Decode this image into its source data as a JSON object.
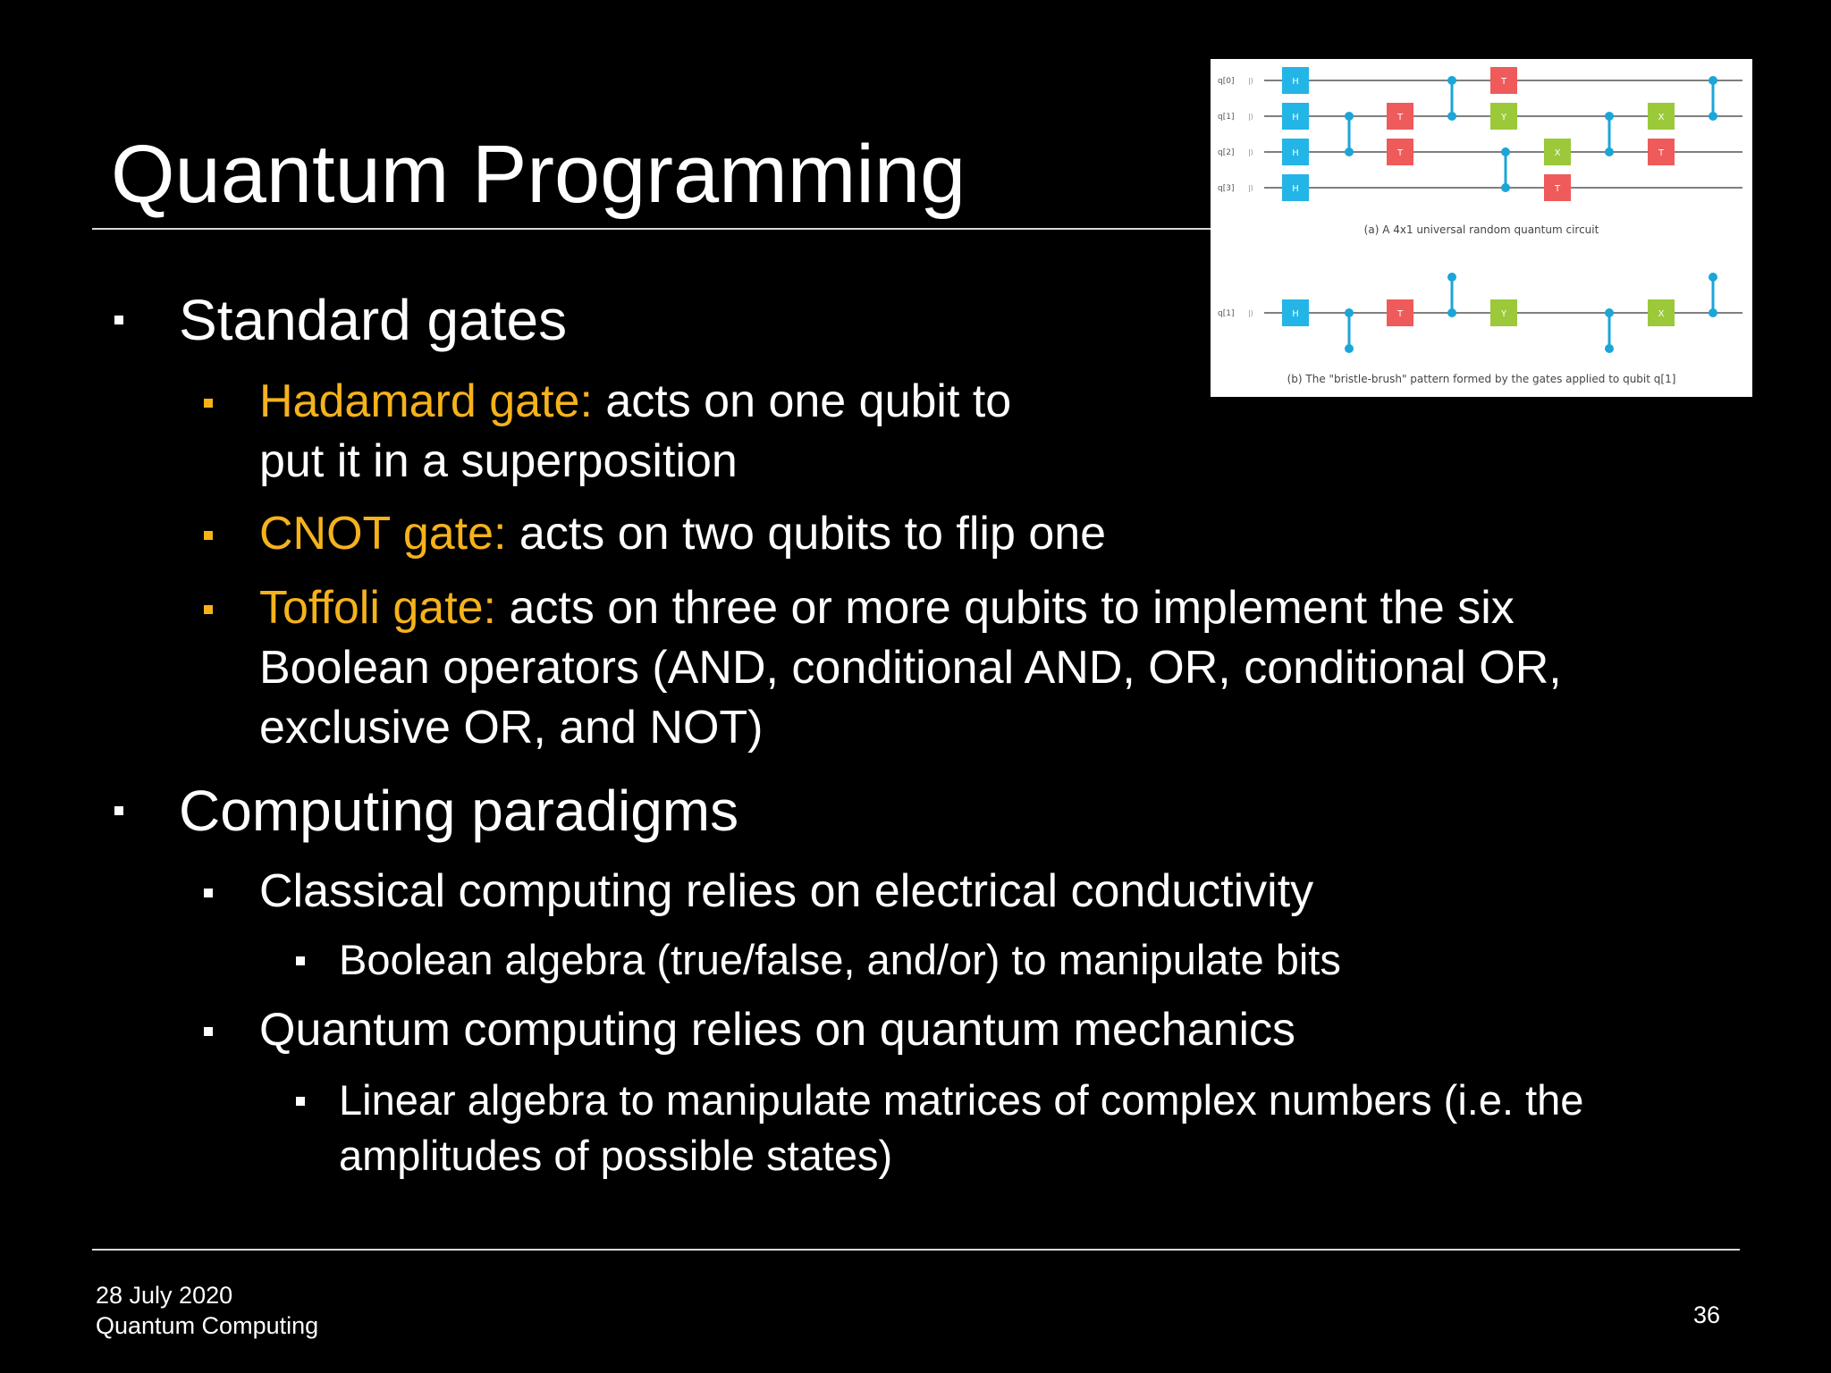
{
  "slide": {
    "title": "Quantum Programming",
    "bullets": {
      "standard_gates": "Standard gates",
      "hadamard_term": "Hadamard gate:",
      "hadamard_line1": " acts on one qubit to",
      "hadamard_line2": "put it in a superposition",
      "cnot_term": "CNOT gate:",
      "cnot_text": " acts on two qubits to flip one",
      "toffoli_term": "Toffoli gate:",
      "toffoli_line1": " acts on three or more qubits to implement the six",
      "toffoli_line2": "Boolean operators (AND, conditional AND, OR, conditional OR,",
      "toffoli_line3": "exclusive OR, and NOT)",
      "computing_paradigms": "Computing paradigms",
      "classical": "Classical computing relies on electrical conductivity",
      "boolean_algebra": "Boolean algebra (true/false, and/or) to manipulate bits",
      "quantum": "Quantum computing relies on quantum mechanics",
      "linear_line1": "Linear algebra to manipulate matrices of complex numbers (i.e. the",
      "linear_line2": "amplitudes of possible states)"
    },
    "footer": {
      "date": "28 July 2020",
      "course": "Quantum Computing",
      "page_number": "36"
    }
  },
  "figure": {
    "caption_a": "(a) A 4x1 universal random quantum circuit",
    "caption_b": "(b) The \"bristle-brush\" pattern formed by the gates applied to qubit q[1]",
    "qubits_a": [
      "q[0]",
      "q[1]",
      "q[2]",
      "q[3]"
    ],
    "qubit_b": "q[1]",
    "gate_labels": {
      "hadamard": "H",
      "t": "T",
      "y": "Y",
      "x": "X"
    },
    "colors": {
      "hadamard": "#23b5e6",
      "t": "#ef5a5a",
      "yx": "#9bc93a",
      "control": "#1ba6d8",
      "wire": "#7f7f7f",
      "accent_text": "#f5b21b"
    }
  }
}
